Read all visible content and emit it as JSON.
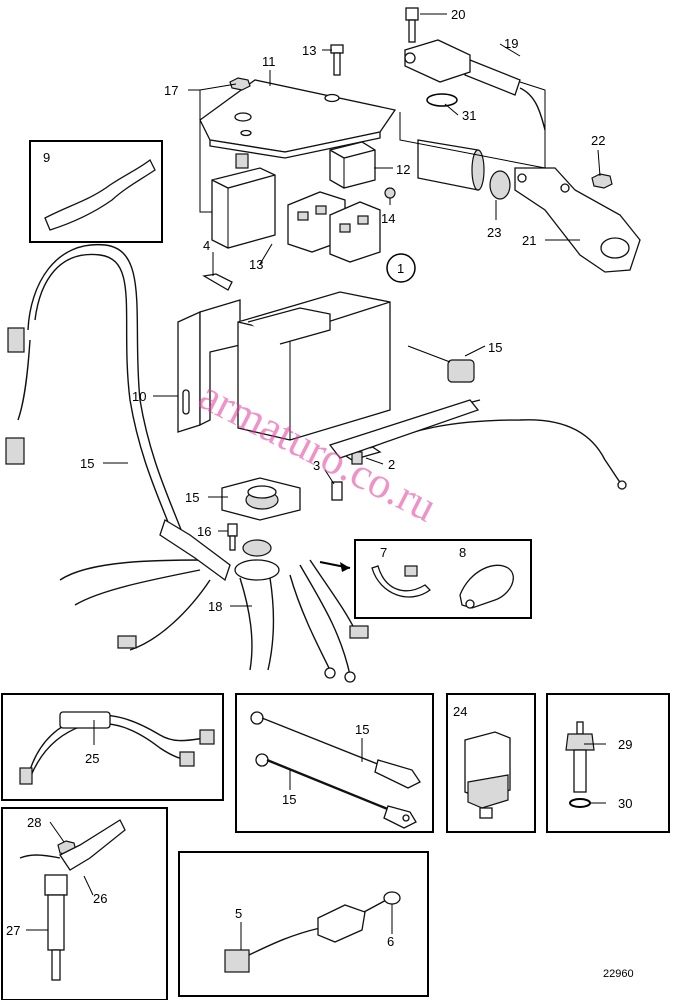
{
  "figure": {
    "reference_number": "22960",
    "watermark": "armaturo.co.ru"
  },
  "labels": {
    "l1": "1",
    "l2": "2",
    "l3": "3",
    "l4": "4",
    "l5": "5",
    "l6": "6",
    "l7": "7",
    "l8": "8",
    "l9": "9",
    "l10": "10",
    "l11": "11",
    "l12": "12",
    "l13a": "13",
    "l13b": "13",
    "l14": "14",
    "l15a": "15",
    "l15b": "15",
    "l15c": "15",
    "l15d": "15",
    "l15e": "15",
    "l16": "16",
    "l17": "17",
    "l18": "18",
    "l19": "19",
    "l20": "20",
    "l21": "21",
    "l22": "22",
    "l23": "23",
    "l24": "24",
    "l25": "25",
    "l26": "26",
    "l27": "27",
    "l28": "28",
    "l29": "29",
    "l30": "30",
    "l31": "31"
  }
}
